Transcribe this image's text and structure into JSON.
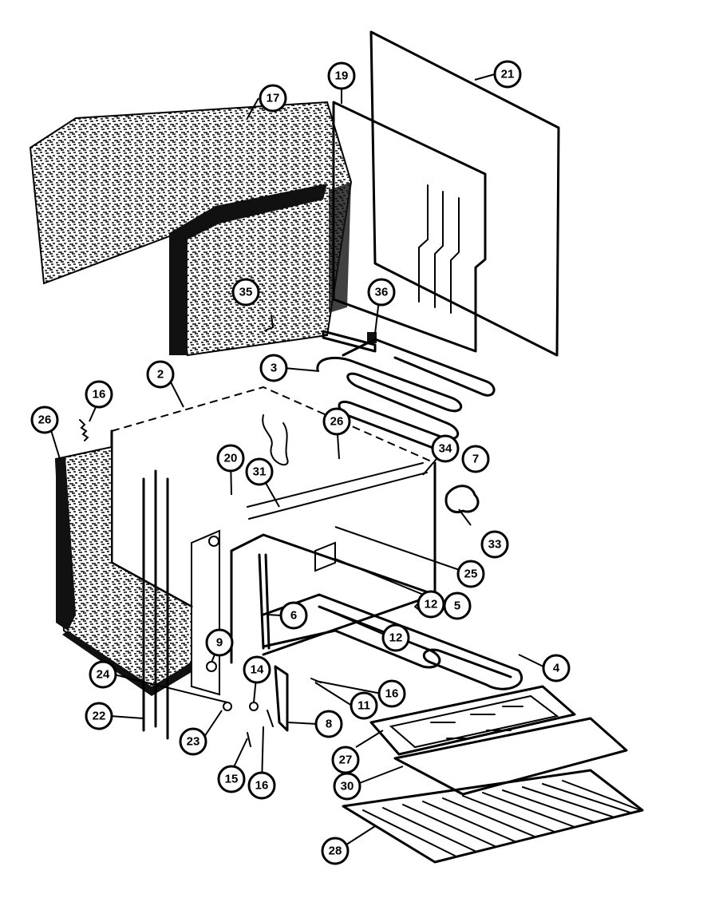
{
  "diagram": {
    "callouts": [
      {
        "id": "c17",
        "label": "17"
      },
      {
        "id": "c19",
        "label": "19"
      },
      {
        "id": "c21",
        "label": "21"
      },
      {
        "id": "c35",
        "label": "35"
      },
      {
        "id": "c36",
        "label": "36"
      },
      {
        "id": "c3",
        "label": "3"
      },
      {
        "id": "c2",
        "label": "2"
      },
      {
        "id": "c16a",
        "label": "16"
      },
      {
        "id": "c26a",
        "label": "26"
      },
      {
        "id": "c26b",
        "label": "26"
      },
      {
        "id": "c20",
        "label": "20"
      },
      {
        "id": "c31",
        "label": "31"
      },
      {
        "id": "c34",
        "label": "34"
      },
      {
        "id": "c7",
        "label": "7"
      },
      {
        "id": "c33",
        "label": "33"
      },
      {
        "id": "c25",
        "label": "25"
      },
      {
        "id": "c5",
        "label": "5"
      },
      {
        "id": "c12a",
        "label": "12"
      },
      {
        "id": "c12b",
        "label": "12"
      },
      {
        "id": "c6",
        "label": "6"
      },
      {
        "id": "c4",
        "label": "4"
      },
      {
        "id": "c9",
        "label": "9"
      },
      {
        "id": "c14",
        "label": "14"
      },
      {
        "id": "c24",
        "label": "24"
      },
      {
        "id": "c16b",
        "label": "16"
      },
      {
        "id": "c11",
        "label": "11"
      },
      {
        "id": "c22",
        "label": "22"
      },
      {
        "id": "c23",
        "label": "23"
      },
      {
        "id": "c8",
        "label": "8"
      },
      {
        "id": "c27",
        "label": "27"
      },
      {
        "id": "c15",
        "label": "15"
      },
      {
        "id": "c16c",
        "label": "16"
      },
      {
        "id": "c30",
        "label": "30"
      },
      {
        "id": "c28",
        "label": "28"
      }
    ]
  }
}
